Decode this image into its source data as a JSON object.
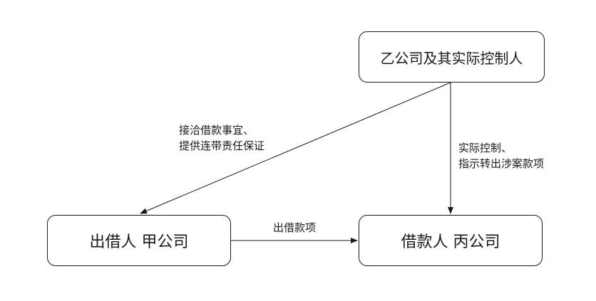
{
  "nodes": {
    "top": "乙公司及其实际控制人",
    "left": "出借人 甲公司",
    "right": "借款人 丙公司"
  },
  "edges": {
    "top_to_left": [
      "接洽借款事宜、",
      "提供连带责任保证"
    ],
    "top_to_right": [
      "实际控制、",
      "指示转出涉案款项"
    ],
    "left_to_right": "出借款项"
  },
  "colors": {
    "line": "#1a1a1a",
    "box_border": "#1a1a1a",
    "background": "#ffffff"
  }
}
